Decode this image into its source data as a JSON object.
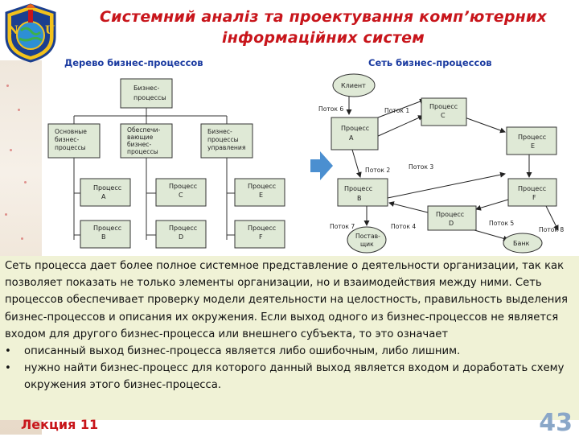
{
  "slide": {
    "title_line1": "Системний аналіз та проектування комп’ютерних",
    "title_line2": "інформаційних систем",
    "footer_lecture": "Лекция 11",
    "page_number": "43"
  },
  "tree": {
    "heading": "Дерево бизнес-процессов",
    "root": [
      "Бизнес-",
      "процессы"
    ],
    "level2": [
      [
        "Основные",
        "бизнес-",
        "процессы"
      ],
      [
        "Обеспечи-",
        "вающие",
        "бизнес-",
        "процессы"
      ],
      [
        "Бизнес-",
        "процессы",
        "управления"
      ]
    ],
    "level3": [
      [
        "Процесс",
        "А"
      ],
      [
        "Процесс",
        "С"
      ],
      [
        "Процесс",
        "E"
      ],
      [
        "Процесс",
        "В"
      ],
      [
        "Процесс",
        "D"
      ],
      [
        "Процесс",
        "F"
      ]
    ]
  },
  "network": {
    "heading": "Сеть бизнес-процессов",
    "nodes": {
      "client": "Клиент",
      "a": [
        "Процесс",
        "А"
      ],
      "c": [
        "Процесс",
        "С"
      ],
      "e": [
        "Процесс",
        "Е"
      ],
      "b": [
        "Процесс",
        "В"
      ],
      "f": [
        "Процесс",
        "F"
      ],
      "d": [
        "Процесс",
        "D"
      ],
      "supplier": [
        "Постав-",
        "щик"
      ],
      "bank": "Банк"
    },
    "flows": [
      "Поток 6",
      "Поток 1",
      "Поток 2",
      "Поток 3",
      "Поток 7",
      "Поток 4",
      "Поток 5",
      "Поток 8"
    ]
  },
  "body": {
    "paragraph": "Сеть процесса дает более полное системное представление о деятельности организации, так как позволяет показать не только элементы организации, но и взаимодействия между ними. Сеть процессов обеспечивает проверку модели деятельности на целостность, правильность выделения бизнес-процессов и описания их окружения. Если выход одного из бизнес-процессов не является входом для другого бизнес-процесса или внешнего субъекта, то это означает",
    "bullets": [
      "описанный выход бизнес-процесса является либо ошибочным, либо лишним.",
      "нужно найти бизнес-процесс для которого данный выход является входом и доработать схему окружения этого бизнес-процесса."
    ],
    "bullet_symbol": "•"
  },
  "colors": {
    "title": "#c8151b",
    "heading_blue": "#1a3aa0",
    "node_fill": "#dfe9d6",
    "arrow_blue": "#4b8fd0",
    "text_panel": "#f0f2d6"
  }
}
